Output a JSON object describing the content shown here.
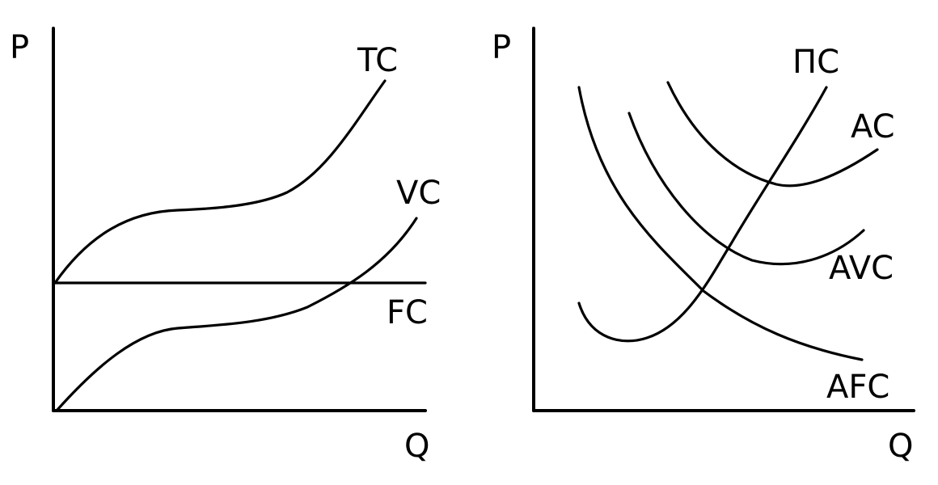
{
  "left_panel": {
    "y_axis_label": "P",
    "x_axis_label": "Q",
    "curves": [
      {
        "id": "tc",
        "label": "TC"
      },
      {
        "id": "vc",
        "label": "VC"
      },
      {
        "id": "fc",
        "label": "FC"
      }
    ]
  },
  "right_panel": {
    "y_axis_label": "P",
    "x_axis_label": "Q",
    "curves": [
      {
        "id": "mc",
        "label": "ПC"
      },
      {
        "id": "ac",
        "label": "AC"
      },
      {
        "id": "avc",
        "label": "AVC"
      },
      {
        "id": "afc",
        "label": "AFC"
      }
    ]
  },
  "colors": {
    "ink": "#000000",
    "background": "#ffffff"
  }
}
